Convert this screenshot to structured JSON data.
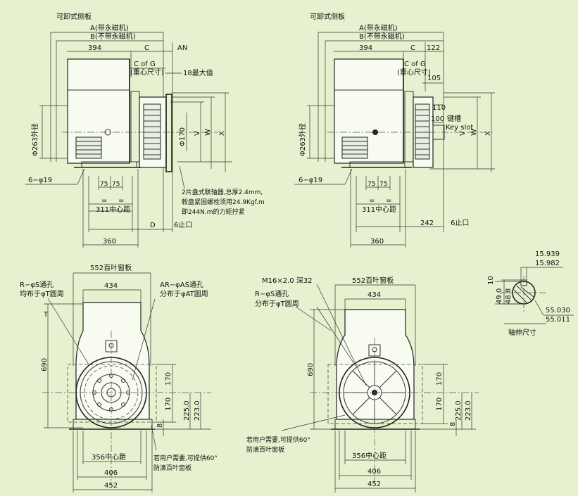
{
  "left_side_view": {
    "removable_side_panel": "可卸式侧板",
    "dim_A": "A(带永磁机)",
    "dim_B": "B(不带永磁机)",
    "dim_394": "394",
    "dim_C": "C",
    "dim_AN": "AN",
    "cofg": "C of G",
    "cofg_cn": "(重心尺寸)",
    "max18": "18最大值",
    "phi263": "Φ263外径",
    "phi170": "Φ170",
    "dim_V": "V",
    "dim_W": "W",
    "dim_X": "X",
    "holes": "6−φ19",
    "dim_75a": "75",
    "dim_75b": "75",
    "eq_a": "=",
    "eq_b": "=",
    "dim_311": "311中心距",
    "dim_D": "D",
    "stop6": "6止口",
    "dim_360": "360",
    "note_line1": "2片盘式联轴器,总厚2.4mm,",
    "note_line2": "毂盘紧固螺栓须用24.9Kgf.m",
    "note_line3": "即244N.m的力矩拧紧"
  },
  "right_side_view": {
    "removable_side_panel": "可卸式侧板",
    "dim_A": "A(带永磁机)",
    "dim_B": "B(不带永磁机)",
    "dim_394": "394",
    "dim_C": "C",
    "dim_122": "122",
    "cofg": "C of G",
    "cofg_cn": "(重心尺寸)",
    "dim_105": "105",
    "dim_110": "110",
    "dim_100": "100",
    "keyway": "键槽",
    "key_slot": "Key slot",
    "phi263": "Φ263外径",
    "dim_V": "V",
    "dim_W": "W",
    "dim_X": "X",
    "holes": "6−φ19",
    "dim_75a": "75",
    "dim_75b": "75",
    "eq_a": "=",
    "eq_b": "=",
    "dim_311": "311中心距",
    "dim_242": "242",
    "stop6": "6止口",
    "dim_360": "360"
  },
  "left_front_view": {
    "louver_552": "552百叶窗板",
    "dim_434": "434",
    "holes_RS_1": "R−φS通孔",
    "holes_RS_2": "均布于φT圆周",
    "holes_AR_1": "AR−φAS通孔",
    "holes_AR_2": "分布于φAT圆周",
    "label_T": "T",
    "dim_690": "690",
    "dim_170a": "170",
    "dim_170b": "170",
    "dim_225": "225.0",
    "dim_223": "223.0",
    "dim_8": "8",
    "dim_356": "356中心距",
    "dim_406": "406",
    "dim_452": "452",
    "note1": "若用户需要,可提供60°",
    "note2": "防滴百叶窗板"
  },
  "right_front_view": {
    "thread": "M16×2.0 深32",
    "louver_552": "552百叶窗板",
    "holes_RS_1": "R−φS通孔",
    "holes_RS_2": "分布于φT圆周",
    "dim_434": "434",
    "dim_690": "690",
    "dim_170a": "170",
    "dim_170b": "170",
    "dim_225": "225.0",
    "dim_223": "223.0",
    "dim_8": "8",
    "note1": "若用户需要,可提供60°",
    "note2": "防滴百叶窗板",
    "dim_356": "356中心距",
    "dim_406": "406",
    "dim_452": "452"
  },
  "shaft_detail": {
    "d1": "15.939",
    "d2": "15.982",
    "d3": "10",
    "d4": "49.0",
    "d5": "48.8",
    "d6": "55.030",
    "d7": "55.011",
    "caption": "轴伸尺寸"
  }
}
